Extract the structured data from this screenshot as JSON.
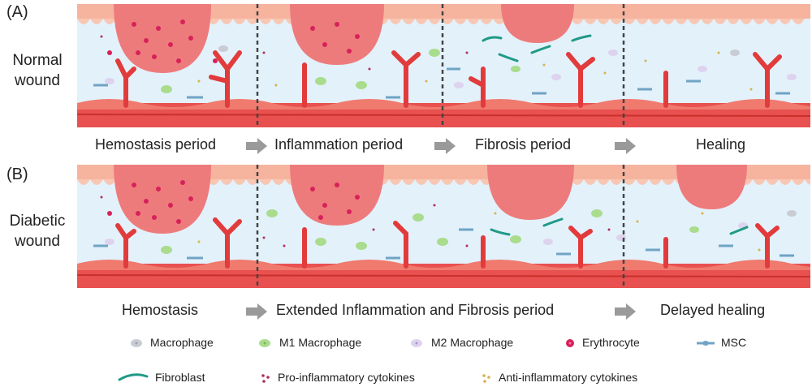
{
  "panel_a": {
    "label": "(A)",
    "title_line1": "Normal",
    "title_line2": "wound",
    "stages": [
      "Hemostasis period",
      "Inflammation period",
      "Fibrosis period",
      "Healing"
    ]
  },
  "panel_b": {
    "label": "(B)",
    "title_line1": "Diabetic",
    "title_line2": "wound",
    "stages": [
      "Hemostasis",
      "Extended Inflammation and Fibrosis period",
      "Delayed healing"
    ]
  },
  "legend": {
    "macrophage": "Macrophage",
    "m1_macrophage": "M1 Macrophage",
    "m2_macrophage": "M2 Macrophage",
    "erythrocyte": "Erythrocyte",
    "msc": "MSC",
    "fibroblast": "Fibroblast",
    "pro_cytokines": "Pro-inflammatory cytokines",
    "anti_cytokines": "Anti-inflammatory cytokines"
  },
  "colors": {
    "epidermis": "#f6b39e",
    "dermis": "#e3f1fb",
    "wound": "#ee7b7b",
    "vessel": "#e23b3b",
    "fibroblast": "#1f9a86",
    "m1": "#a9dc8d",
    "m2": "#ded3ee",
    "macrophage": "#c9ccd3",
    "erythrocyte": "#d6225a",
    "msc": "#6fa4c4",
    "arrow": "#9a9a9a"
  }
}
